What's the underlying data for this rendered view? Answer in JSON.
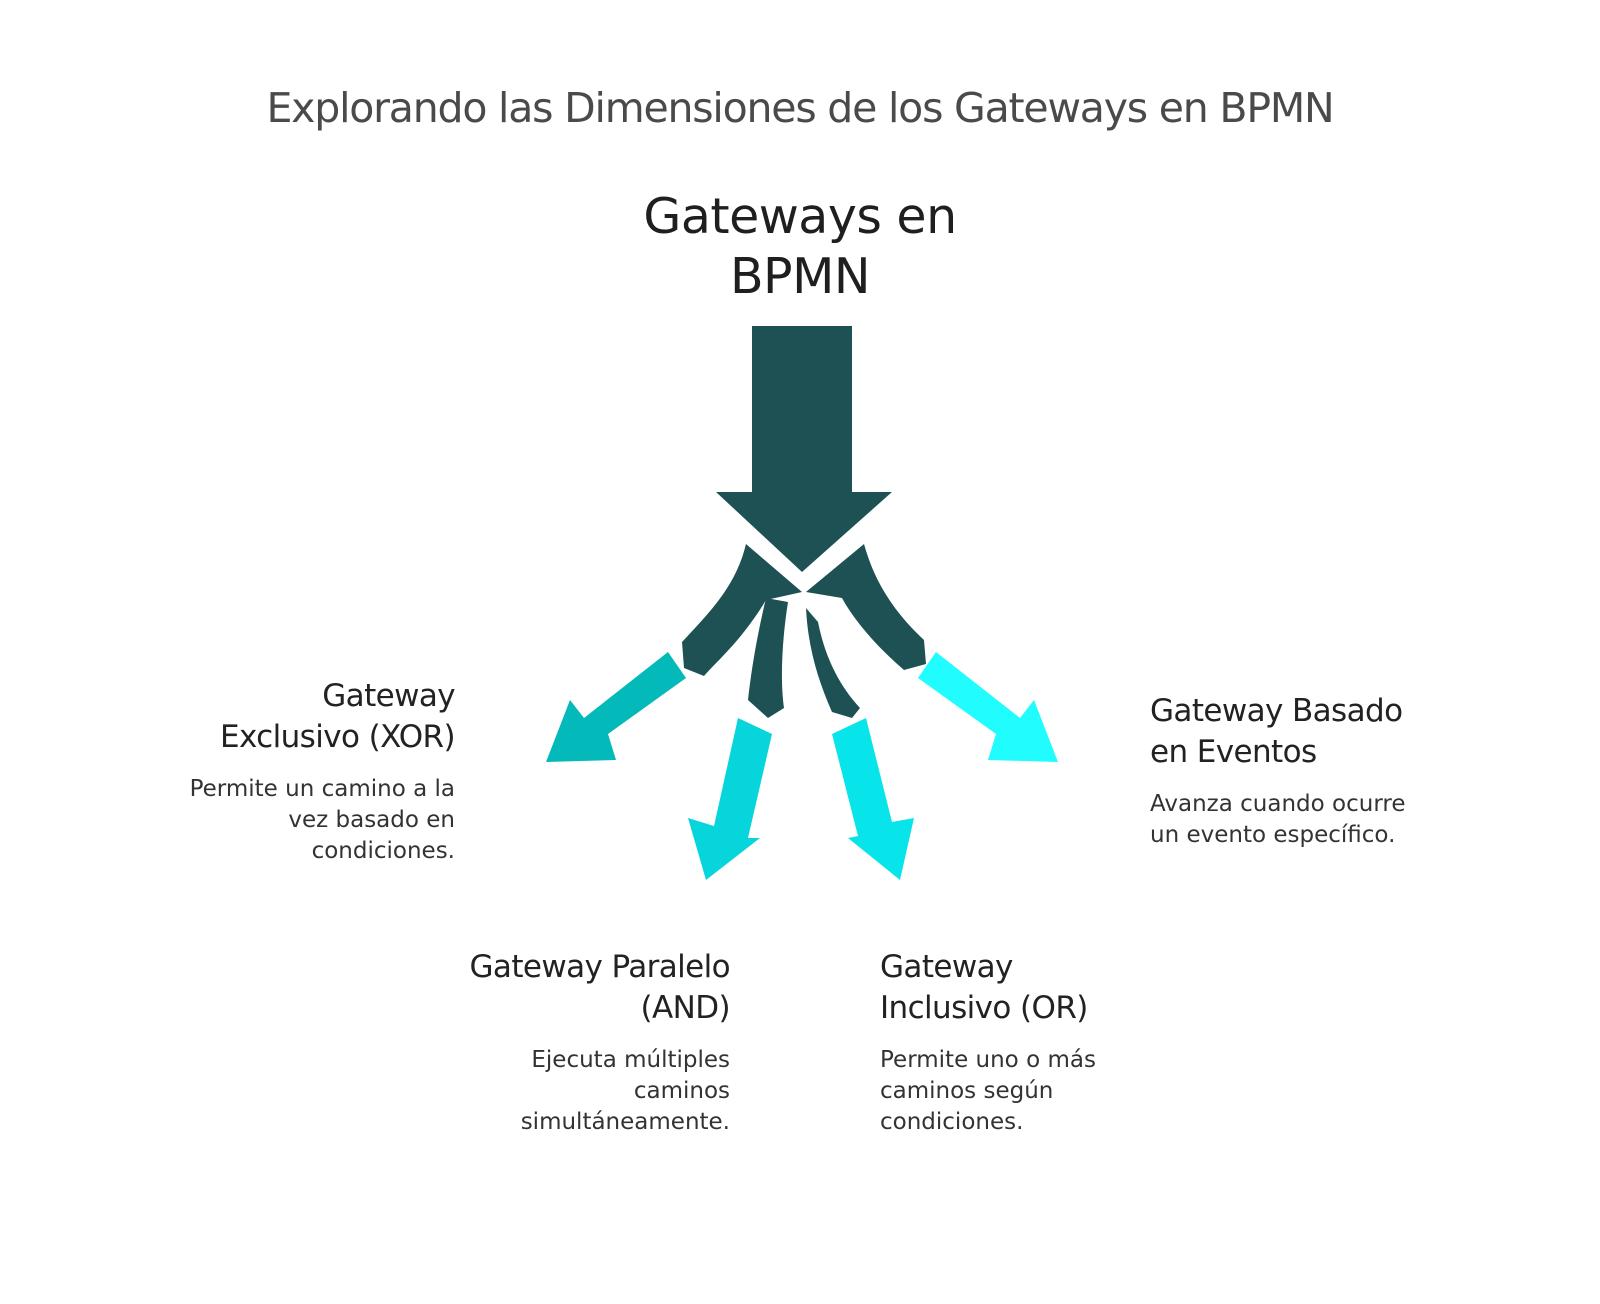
{
  "title": "Explorando las Dimensiones de los Gateways en BPMN",
  "center": {
    "line1": "Gateways en",
    "line2": "BPMN"
  },
  "colors": {
    "trunk": "#1d5153",
    "arrow_xor": "#04b9b9",
    "arrow_and": "#06d6dc",
    "arrow_or": "#07e4ea",
    "arrow_event": "#21fcff"
  },
  "items": [
    {
      "title_line1": "Gateway",
      "title_line2": "Exclusivo (XOR)",
      "desc_line1": "Permite un camino a la",
      "desc_line2": "vez basado en",
      "desc_line3": "condiciones."
    },
    {
      "title_line1": "Gateway Paralelo",
      "title_line2": "(AND)",
      "desc_line1": "Ejecuta múltiples",
      "desc_line2": "caminos",
      "desc_line3": "simultáneamente."
    },
    {
      "title_line1": "Gateway",
      "title_line2": "Inclusivo (OR)",
      "desc_line1": "Permite uno o más",
      "desc_line2": "caminos según",
      "desc_line3": "condiciones."
    },
    {
      "title_line1": "Gateway Basado",
      "title_line2": "en Eventos",
      "desc_line1": "Avanza cuando ocurre",
      "desc_line2": "un evento específico."
    }
  ]
}
